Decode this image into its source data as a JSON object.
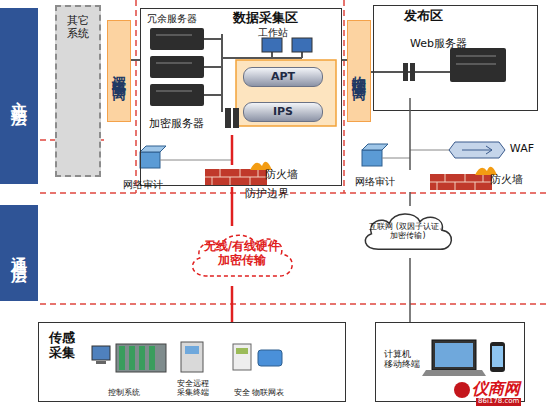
{
  "diagram": {
    "nodes": [
      {
        "text": [
          "主站层"
        ]
      },
      {
        "text": [
          "通信层"
        ]
      },
      {
        "text": [
          "其它 系统"
        ]
      },
      {
        "text": [
          "逻辑隔离"
        ]
      },
      {
        "text": [
          "数据采集区"
        ]
      },
      {
        "text": [
          "APT"
        ],
        "in": 4
      },
      {
        "text": [
          "IPS"
        ],
        "in": 4
      },
      {
        "text": [
          "加密服务器"
        ],
        "in": 4
      },
      {
        "text": [
          "物理隔离"
        ]
      },
      {
        "text": [
          "发布区"
        ]
      },
      {
        "text": [
          "Web服务器"
        ],
        "in": 9
      },
      {
        "text": [
          "网络审计"
        ]
      },
      {
        "text": [
          "防火墙"
        ]
      },
      {
        "text": [
          "网络审计"
        ]
      },
      {
        "text": [
          "WAF"
        ]
      },
      {
        "text": [
          "防火墙"
        ]
      },
      {
        "text": [
          "无线/有线硬件 加密传输"
        ]
      },
      {
        "text": [
          "互联网 (双因子认证、加密传输)"
        ]
      },
      {
        "text": [
          "传感 采集"
        ]
      },
      {
        "text": [
          "控制系统"
        ],
        "in": 18
      },
      {
        "text": [
          "安全远程 采集终端"
        ],
        "in": 18
      },
      {
        "text": [
          "安全 物联网表"
        ],
        "in": 18
      },
      {
        "text": [
          "计算机 移动终端"
        ]
      }
    ],
    "edges": [
      {
        "from": 7,
        "to": 12,
        "arrow": "none"
      },
      {
        "from": 12,
        "to": 16,
        "arrow": "none"
      },
      {
        "from": 16,
        "to": 18,
        "arrow": "none"
      },
      {
        "from": 10,
        "to": 15,
        "arrow": "none"
      },
      {
        "from": 15,
        "to": 17,
        "arrow": "none"
      },
      {
        "from": 17,
        "to": 22,
        "arrow": "none"
      }
    ],
    "labels": [
      "冗余服务器",
      "工作站",
      "防护边界",
      "仪商网",
      "86i178.com"
    ]
  }
}
